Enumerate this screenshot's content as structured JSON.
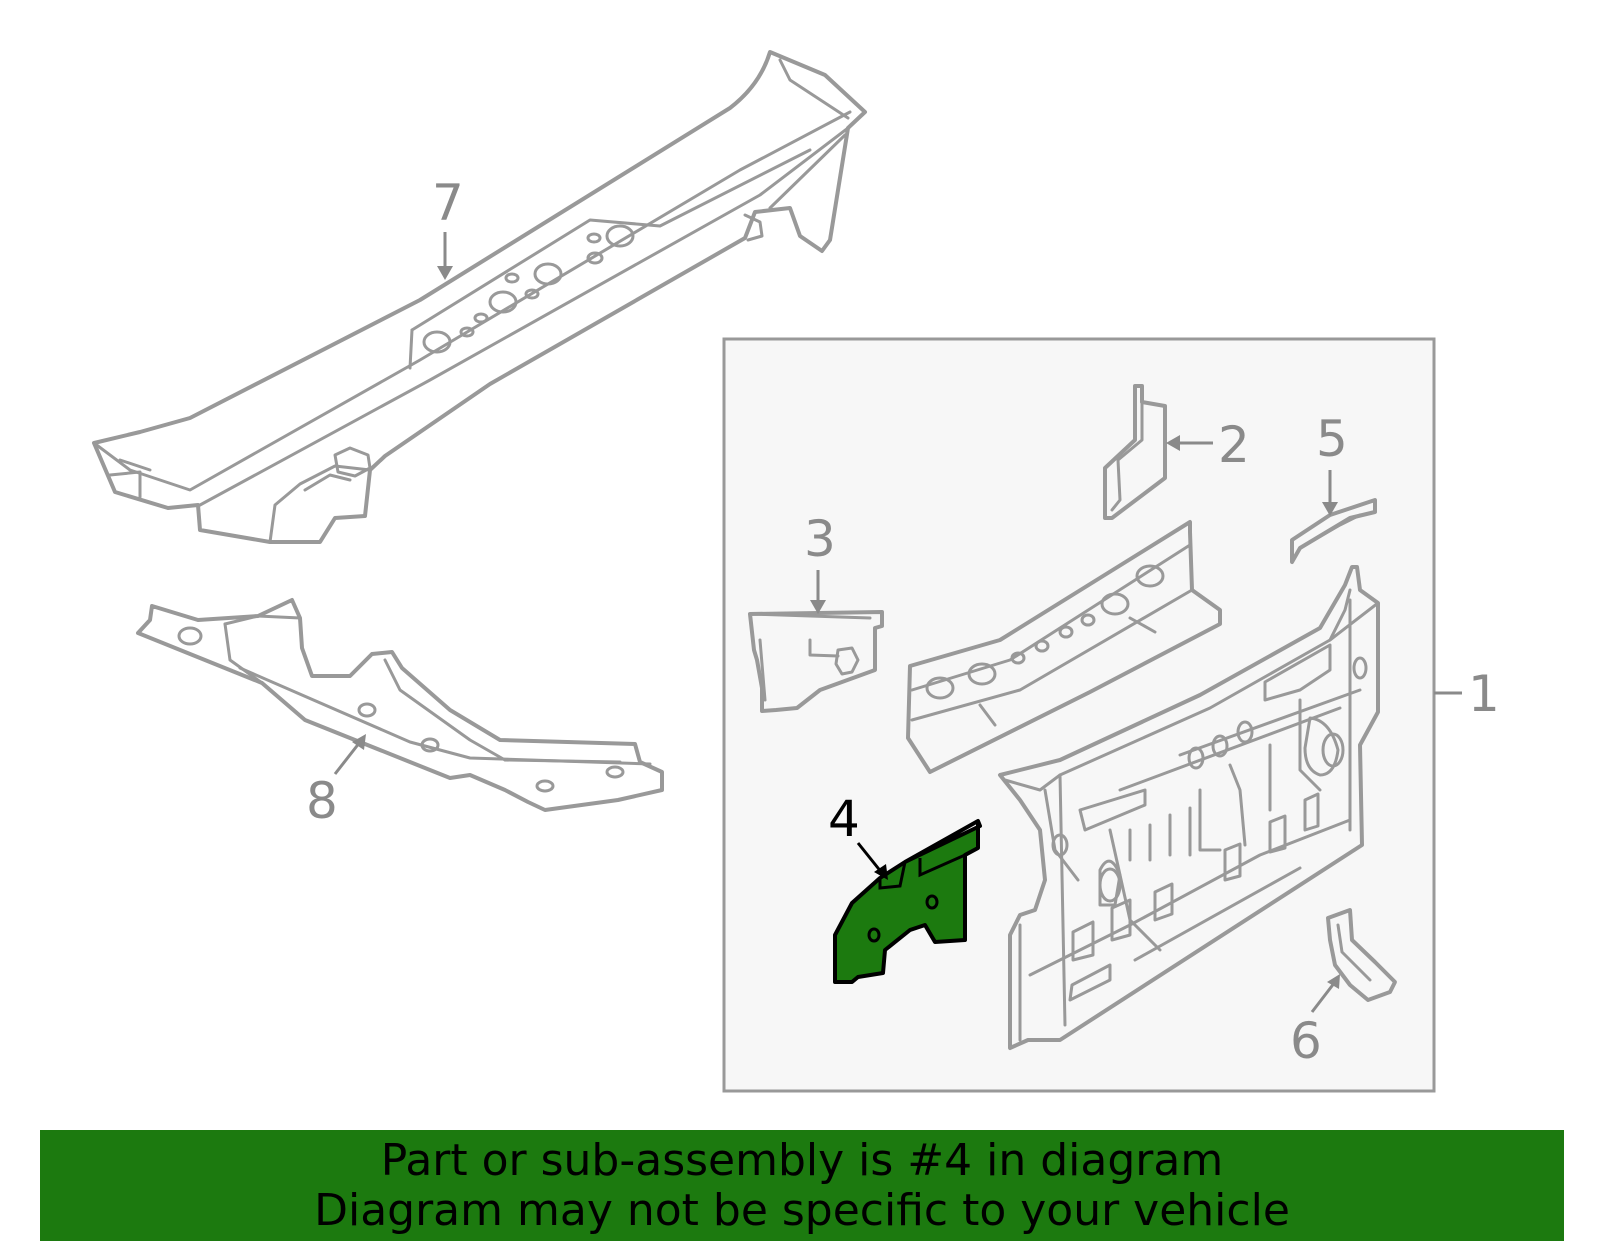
{
  "colors": {
    "outline": "#999999",
    "callout_text": "#8a8a8a",
    "highlight_fill": "#1c7a0f",
    "highlight_stroke": "#000000",
    "box_fill": "#f7f7f7",
    "banner_bg": "#1c7a0f"
  },
  "callouts": {
    "c1": "1",
    "c2": "2",
    "c3": "3",
    "c4": "4",
    "c5": "5",
    "c6": "6",
    "c7": "7",
    "c8": "8"
  },
  "highlighted_part": "4",
  "banner": {
    "line1": "Part or sub-assembly is #4 in diagram",
    "line2": "Diagram may not be specific to your vehicle"
  }
}
